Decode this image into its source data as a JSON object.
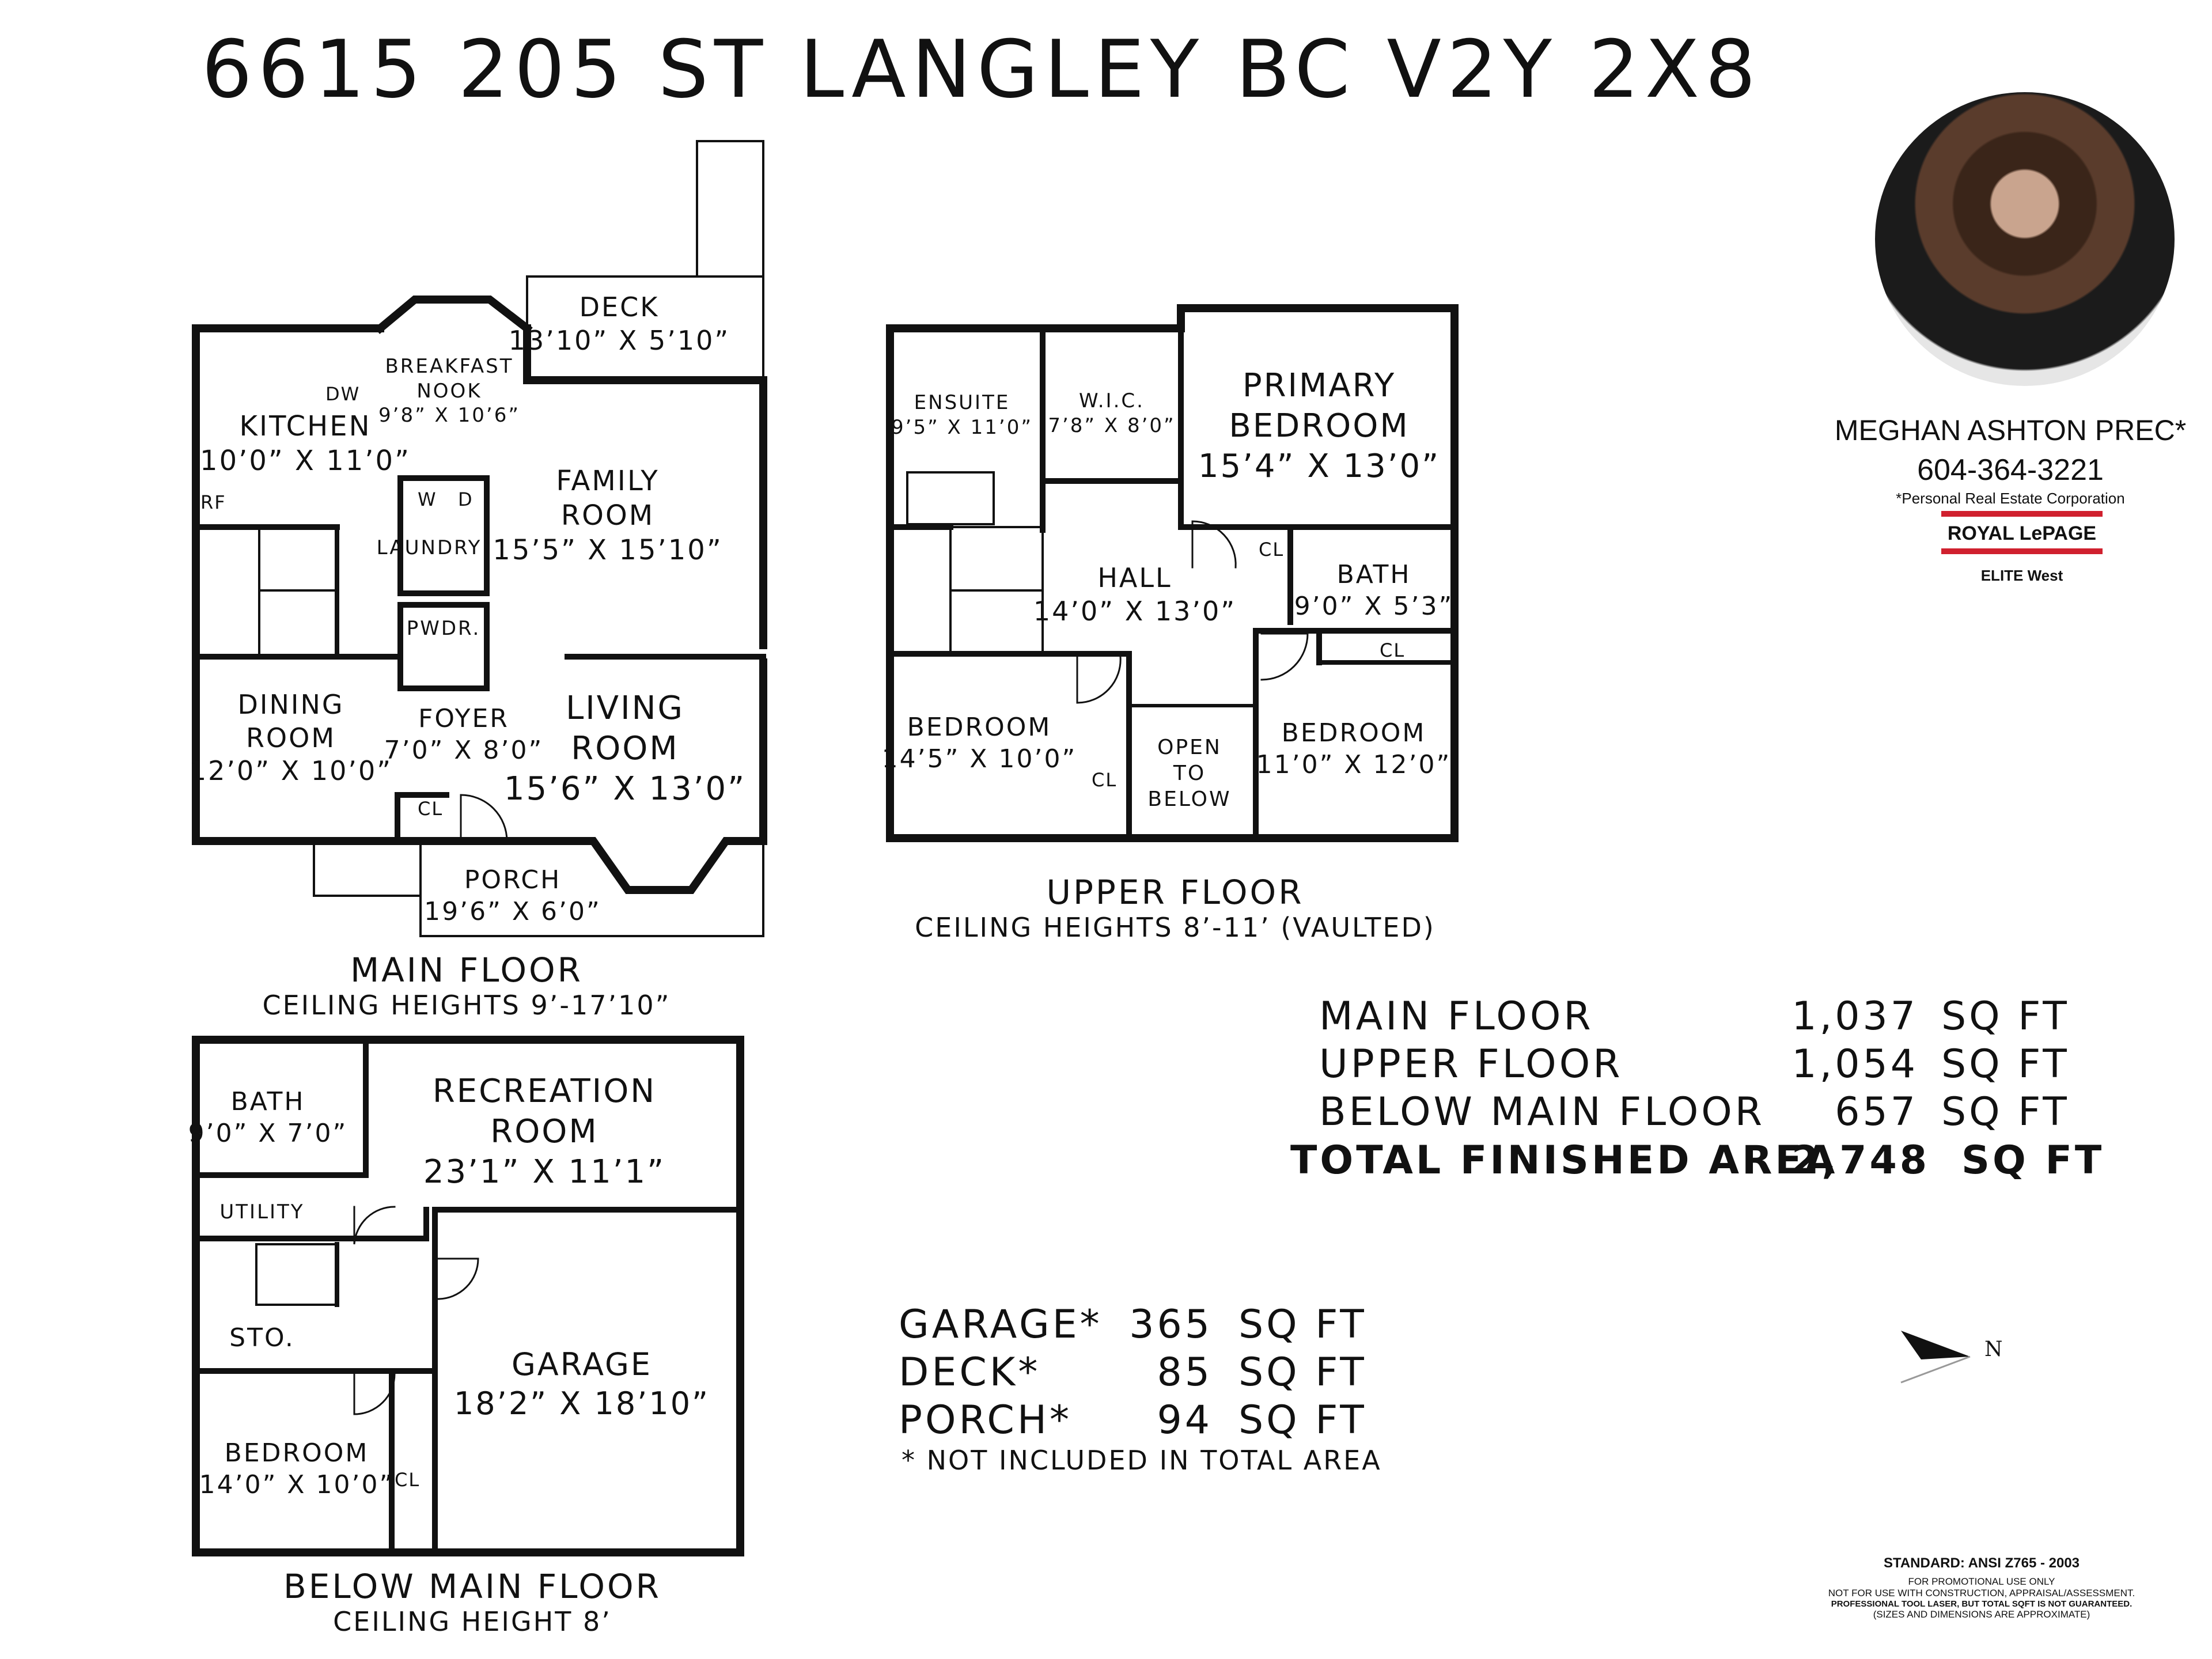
{
  "title": "6615 205 ST LANGLEY BC  V2Y 2X8",
  "floors": {
    "main": {
      "name": "MAIN FLOOR",
      "ceiling": "CEILING HEIGHTS 9’-17’10”"
    },
    "upper": {
      "name": "UPPER FLOOR",
      "ceiling": "CEILING HEIGHTS 8’-11’ (VAULTED)"
    },
    "below": {
      "name": "BELOW MAIN FLOOR",
      "ceiling": "CEILING HEIGHT 8’"
    }
  },
  "rooms": {
    "deck": [
      "DECK",
      "13’10” X 5’10”"
    ],
    "nook": [
      "BREAKFAST",
      "NOOK",
      "9’8” X 10’6”"
    ],
    "kitchen": [
      "KITCHEN",
      "10’0” X 11’0”"
    ],
    "family": [
      "FAMILY",
      "ROOM",
      "15’5” X 15’10”"
    ],
    "laundry": [
      "LAUNDRY"
    ],
    "pwdr": [
      "PWDR."
    ],
    "dining": [
      "DINING",
      "ROOM",
      "12’0” X 10’0”"
    ],
    "foyer": [
      "FOYER",
      "7’0” X 8’0”"
    ],
    "living": [
      "LIVING",
      "ROOM",
      "15’6” X 13’0”"
    ],
    "porch": [
      "PORCH",
      "19’6” X 6’0”"
    ],
    "ensuite": [
      "ENSUITE",
      "9’5” X 11’0”"
    ],
    "wic": [
      "W.I.C.",
      "7’8” X 8’0”"
    ],
    "primary": [
      "PRIMARY",
      "BEDROOM",
      "15’4” X 13’0”"
    ],
    "hall": [
      "HALL",
      "14’0” X 13’0”"
    ],
    "bath_up": [
      "BATH",
      "9’0” X 5’3”"
    ],
    "bed_up1": [
      "BEDROOM",
      "14’5” X 10’0”"
    ],
    "open": [
      "OPEN",
      "TO",
      "BELOW"
    ],
    "bed_up2": [
      "BEDROOM",
      "11’0” X 12’0”"
    ],
    "bath_low": [
      "BATH",
      "9’0” X 7’0”"
    ],
    "rec": [
      "RECREATION",
      "ROOM",
      "23’1” X 11’1”"
    ],
    "utility": [
      "UTILITY"
    ],
    "sto": [
      "STO."
    ],
    "garage": [
      "GARAGE",
      "18’2” X 18’10”"
    ],
    "bed_low": [
      "BEDROOM",
      "14’0” X 10’0”"
    ]
  },
  "labels": {
    "cl": "CL",
    "dw": "DW",
    "rf": "RF",
    "w": "W",
    "d": "D",
    "north": "N"
  },
  "areas": [
    {
      "label": "MAIN FLOOR",
      "value": "1,037",
      "unit": "SQ FT"
    },
    {
      "label": "UPPER FLOOR",
      "value": "1,054",
      "unit": "SQ FT"
    },
    {
      "label": "BELOW MAIN FLOOR",
      "value": "657",
      "unit": "SQ FT"
    }
  ],
  "total": {
    "label": "TOTAL FINISHED AREA",
    "value": "2,748",
    "unit": "SQ FT"
  },
  "extras": [
    {
      "label": "GARAGE*",
      "value": "365",
      "unit": "SQ FT"
    },
    {
      "label": "DECK*",
      "value": "85",
      "unit": "SQ FT"
    },
    {
      "label": "PORCH*",
      "value": "94",
      "unit": "SQ FT"
    }
  ],
  "extras_note": "* NOT INCLUDED IN TOTAL AREA",
  "agent": {
    "name": "MEGHAN ASHTON PREC*",
    "phone": "604-364-3221",
    "note": "*Personal Real Estate Corporation",
    "brand": "ROYAL LePAGE",
    "office": "ELITE West"
  },
  "disclaimer": {
    "standard": "STANDARD: ANSI  Z765 - 2003",
    "line1": "FOR PROMOTIONAL USE ONLY",
    "line2": "NOT FOR USE WITH CONSTRUCTION, APPRAISAL/ASSESSMENT.",
    "line3": "PROFESSIONAL TOOL LASER, BUT TOTAL SQFT IS NOT GUARANTEED.",
    "line4": "(SIZES AND DIMENSIONS ARE APPROXIMATE)"
  },
  "colors": {
    "wall": "#111111",
    "brand_red": "#d0202e",
    "text": "#111111"
  }
}
